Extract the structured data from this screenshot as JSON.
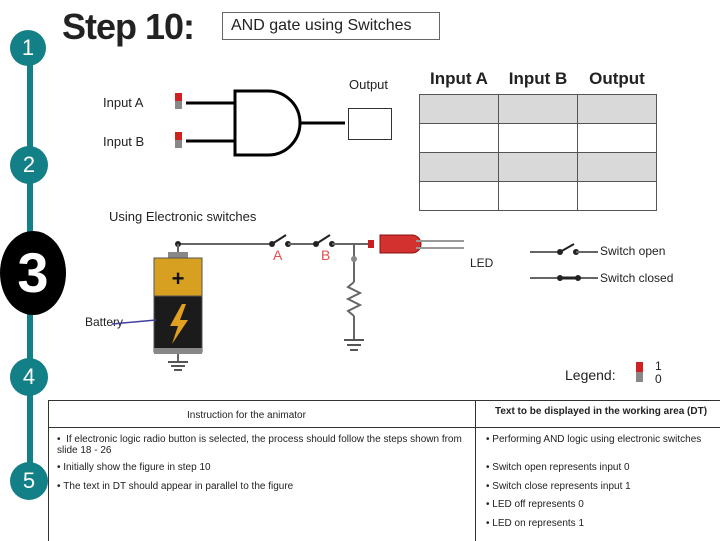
{
  "steps": [
    "1",
    "2",
    "3",
    "4",
    "5"
  ],
  "title": "Step 10:",
  "subtitle": "AND  gate using Switches",
  "gate": {
    "output_label": "Output",
    "input_a_label": "Input A",
    "input_b_label": "Input B"
  },
  "truth_table": {
    "headers": [
      "Input A",
      "Input B",
      "Output"
    ],
    "rows": [
      [
        "",
        "",
        ""
      ],
      [
        "",
        "",
        ""
      ],
      [
        "",
        "",
        ""
      ],
      [
        "",
        "",
        ""
      ]
    ]
  },
  "circuit": {
    "caption": "Using Electronic switches",
    "switch_a": "A",
    "switch_b": "B",
    "led_label": "LED",
    "battery_label": "Battery",
    "switch_open_label": "Switch open",
    "switch_closed_label": "Switch closed"
  },
  "legend": {
    "label": "Legend:",
    "one": "1",
    "zero": "0"
  },
  "instructions": {
    "animator_header": "Instruction for the animator",
    "dt_header": "Text to be displayed in the working area (DT)",
    "animator_items": [
      "If electronic logic radio button is selected, the process should follow the steps shown from slide 18 - 26",
      "Initially show the figure in step 10",
      "The text in DT should appear  in parallel to the figure"
    ],
    "dt_items": [
      "Performing AND logic using electronic switches",
      "Switch open represents input 0",
      "Switch close represents input 1",
      "LED off represents 0",
      "LED on represents 1"
    ]
  },
  "colors": {
    "accent": "#137f86",
    "switch_label": "#e05050",
    "table_fill": "#d9d9d9"
  }
}
